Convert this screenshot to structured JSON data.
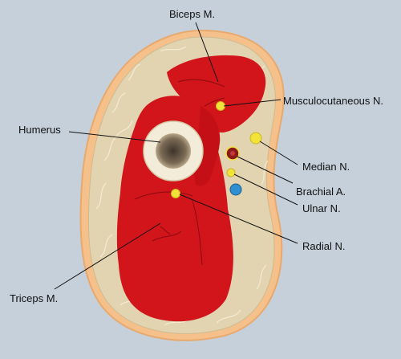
{
  "labels": {
    "biceps": "Biceps M.",
    "musculocutaneous": "Musculocutaneous N.",
    "humerus": "Humerus",
    "median": "Median N.",
    "brachial": "Brachial A.",
    "ulnar": "Ulnar N.",
    "radial": "Radial N.",
    "triceps": "Triceps M."
  },
  "colors": {
    "background": "#c5d0db",
    "skin": "#f5c08a",
    "subcutaneous_fat": "#e2d4b0",
    "muscle": "#d2141b",
    "bone_cortex": "#f3ecd9",
    "bone_marrow": "#6d5d4a",
    "nerve": "#f1e33a",
    "artery": "#8c1a1a",
    "vein": "#2f8fd0"
  }
}
